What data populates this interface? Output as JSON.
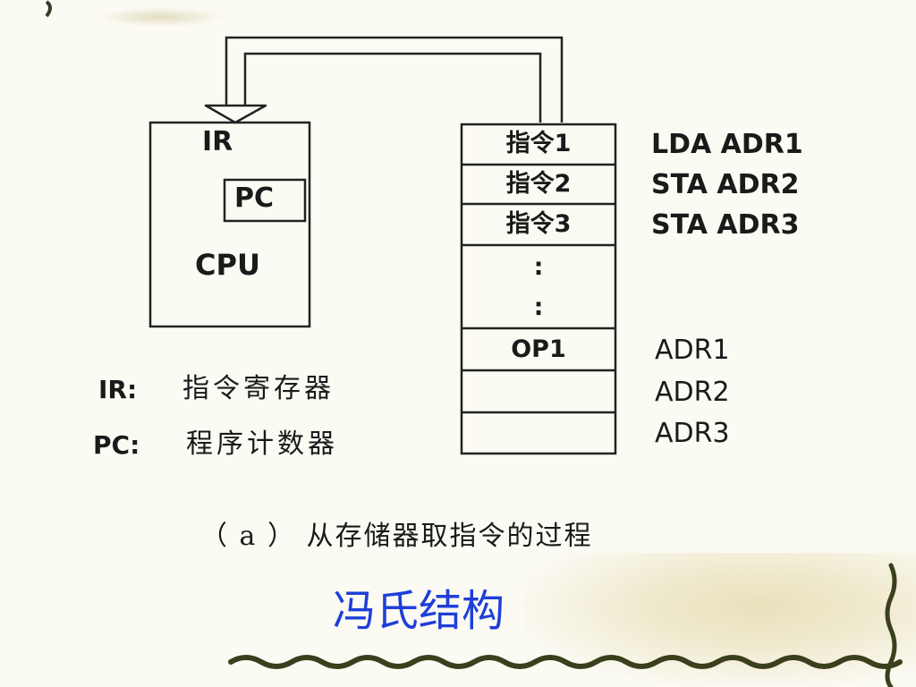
{
  "cpu": {
    "ir_label": "IR",
    "pc_label": "PC",
    "cpu_label": "CPU"
  },
  "memory": {
    "cells": [
      "指令1",
      "指令2",
      "指令3",
      ":",
      ":",
      "OP1",
      "",
      ""
    ],
    "instructions": [
      "LDA ADR1",
      "STA ADR2",
      "STA ADR3"
    ],
    "addresses": [
      "ADR1",
      "ADR2",
      "ADR3"
    ]
  },
  "legend": {
    "ir_key": "IR:",
    "ir_desc": "指令寄存器",
    "pc_key": "PC:",
    "pc_desc": "程序计数器"
  },
  "caption": "（ a ） 从存储器取指令的过程",
  "title": "冯氏结构"
}
